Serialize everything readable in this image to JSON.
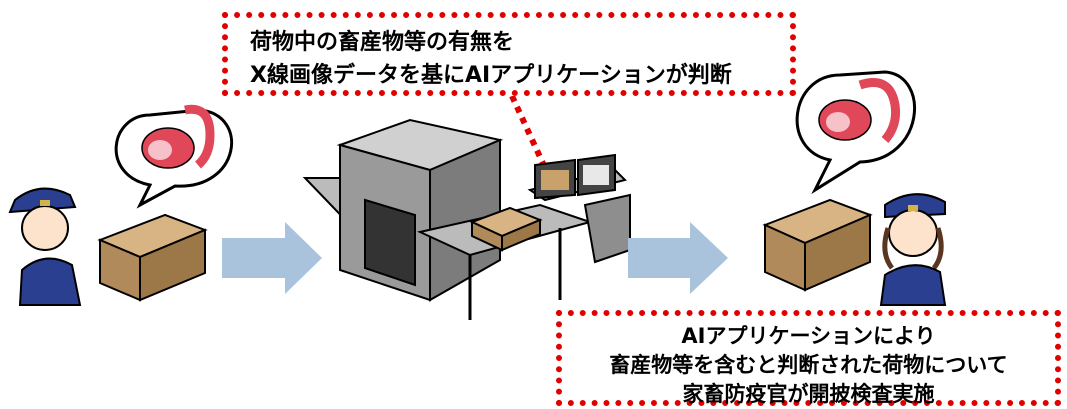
{
  "callout_top": {
    "lines": [
      "荷物中の畜産物等の有無を",
      "X線画像データを基にAIアプリケーションが判断"
    ]
  },
  "callout_bottom": {
    "lines": [
      "AIアプリケーションにより",
      "畜産物等を含むと判断された荷物について",
      "家畜防疫官が開披検査実施"
    ]
  },
  "colors": {
    "callout_border": "#e00000",
    "arrow": "#a9c3dd",
    "uniform": "#2a3f8f",
    "box": "#b08a5a",
    "machine": "#9a9a9a",
    "meat": "#e0485a"
  }
}
